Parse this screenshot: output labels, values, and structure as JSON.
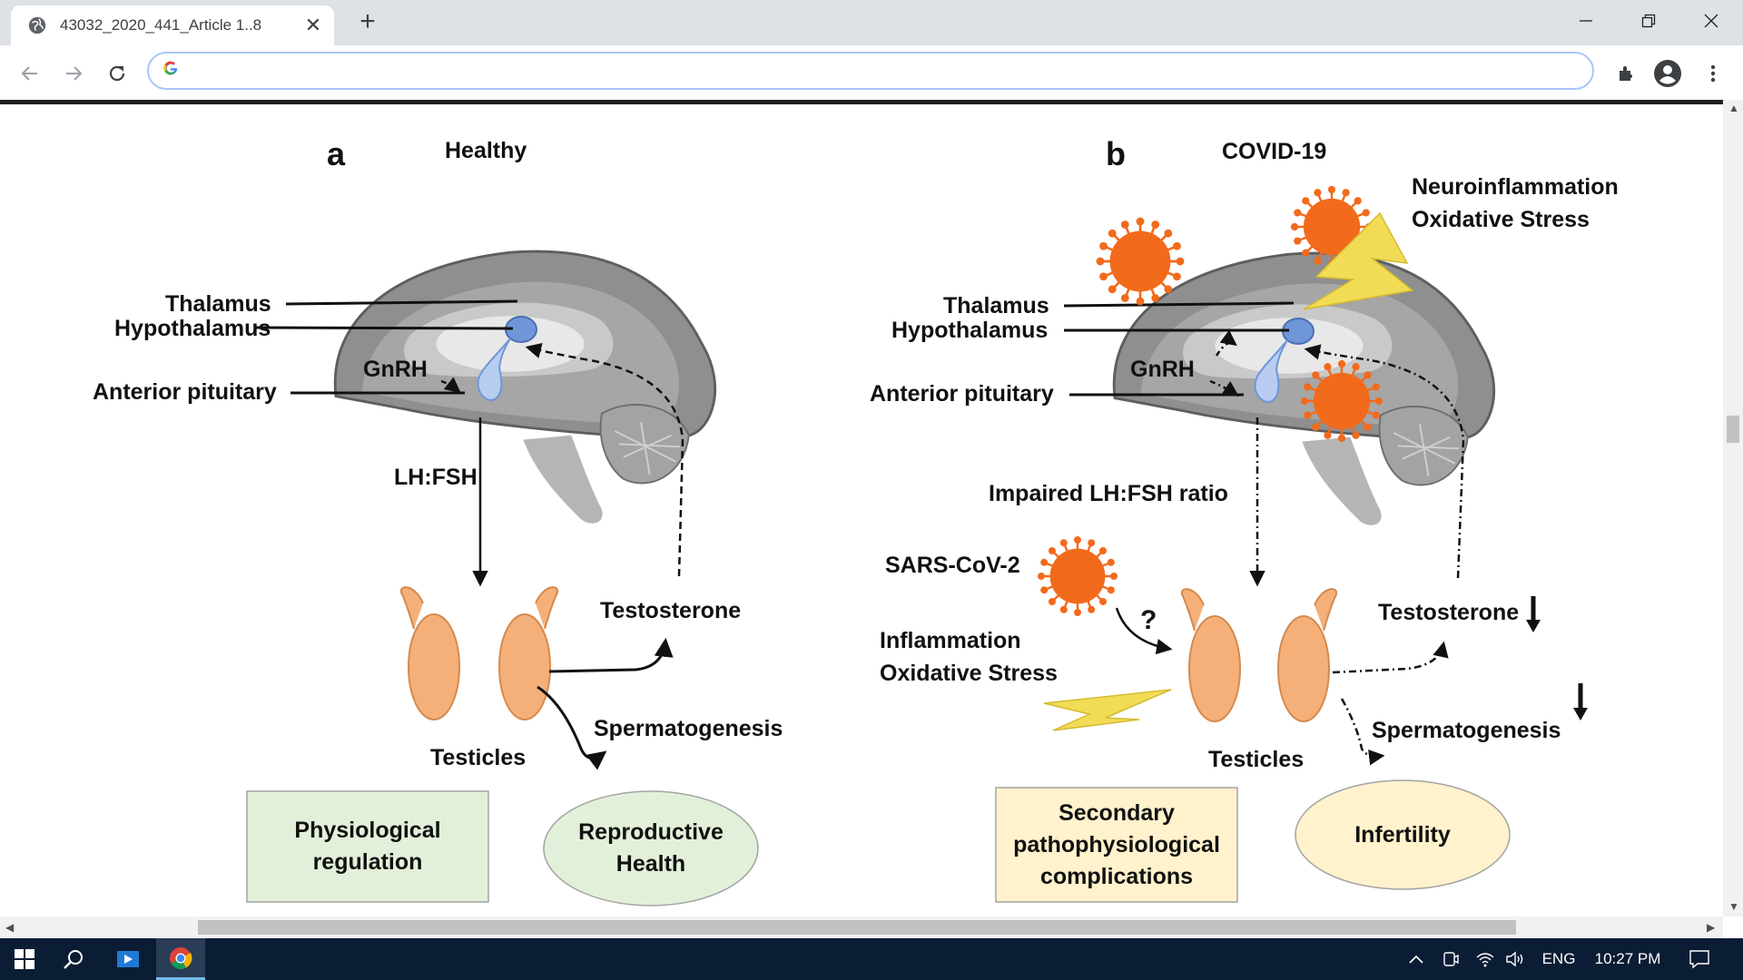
{
  "browser": {
    "tab_title": "43032_2020_441_Article 1..8",
    "tab_close": "✕",
    "new_tab": "+",
    "address_value": "",
    "search_logo": "G",
    "icons": [
      "globe-icon",
      "close-icon",
      "new-tab-icon",
      "minimize-icon",
      "restore-icon",
      "window-close-icon",
      "back-icon",
      "forward-icon",
      "reload-icon",
      "google-icon",
      "extensions-icon",
      "profile-icon",
      "menu-icon"
    ]
  },
  "figure": {
    "panel_a": {
      "letter": "a",
      "title": "Healthy",
      "thalamus": "Thalamus",
      "hypothalamus": "Hypothalamus",
      "gnrh": "GnRH",
      "anterior_pituitary": "Anterior pituitary",
      "lh_fsh": "LH:FSH",
      "testosterone": "Testosterone",
      "spermatogenesis": "Spermatogenesis",
      "testicles": "Testicles",
      "box_line1": "Physiological",
      "box_line2": "regulation",
      "ellipse_line1": "Reproductive",
      "ellipse_line2": "Health"
    },
    "panel_b": {
      "letter": "b",
      "title": "COVID-19",
      "neuro_line1": "Neuroinflammation",
      "neuro_line2": "Oxidative Stress",
      "thalamus": "Thalamus",
      "hypothalamus": "Hypothalamus",
      "gnrh": "GnRH",
      "anterior_pituitary": "Anterior pituitary",
      "impaired": "Impaired LH:FSH ratio",
      "sars": "SARS-CoV-2",
      "question": "?",
      "inflam_line1": "Inflammation",
      "inflam_line2": "Oxidative Stress",
      "testosterone": "Testosterone",
      "spermatogenesis": "Spermatogenesis",
      "testicles": "Testicles",
      "box_line1": "Secondary",
      "box_line2": "pathophysiological",
      "box_line3": "complications",
      "ellipse": "Infertility"
    },
    "colors": {
      "virus": "#f26a1b",
      "bolt": "#f2dc55",
      "testis": "#f5b07a",
      "pituitary": "#9ab7e6",
      "box_green": "#e2f0d9",
      "box_yellow": "#fff2cc"
    }
  },
  "taskbar": {
    "language": "ENG",
    "time": "10:27 PM",
    "icons": [
      "windows-start-icon",
      "search-icon",
      "media-app-icon",
      "chrome-icon",
      "chevron-up-icon",
      "meet-now-icon",
      "wifi-icon",
      "volume-icon",
      "notification-icon"
    ]
  }
}
